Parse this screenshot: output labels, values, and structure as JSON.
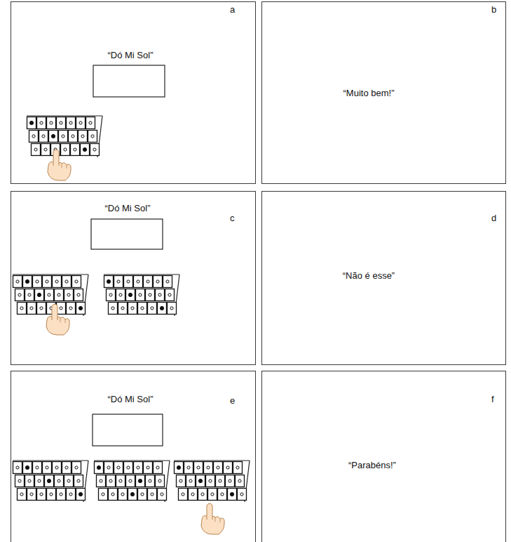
{
  "diagram": {
    "nodes": [
      {
        "text": [
          "a",
          "“Dó Mi Sol”"
        ]
      },
      {
        "text": [
          "b",
          "“Muito bem!”"
        ]
      },
      {
        "text": [
          "c",
          "“Dó Mi Sol”"
        ]
      },
      {
        "text": [
          "d",
          "“Não é esse”"
        ]
      },
      {
        "text": [
          "e",
          "“Dó Mi Sol”"
        ]
      },
      {
        "text": [
          "f",
          "“Parabéns!”"
        ]
      }
    ]
  }
}
